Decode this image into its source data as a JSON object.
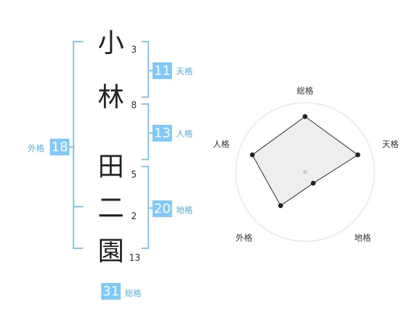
{
  "name": {
    "chars": [
      {
        "char": "小",
        "strokes": "3"
      },
      {
        "char": "林",
        "strokes": "8"
      },
      {
        "char": "田",
        "strokes": "5"
      },
      {
        "char": "二",
        "strokes": "2"
      },
      {
        "char": "園",
        "strokes": "13"
      }
    ]
  },
  "fortune": {
    "tenkaku": {
      "value": "11",
      "label": "天格"
    },
    "jinkaku": {
      "value": "13",
      "label": "人格"
    },
    "chikaku": {
      "value": "20",
      "label": "地格"
    },
    "gaikaku": {
      "value": "18",
      "label": "外格"
    },
    "soukaku": {
      "value": "31",
      "label": "総格"
    }
  },
  "radar": {
    "axes": [
      "総格",
      "天格",
      "地格",
      "外格",
      "人格"
    ],
    "levels": [
      4,
      4,
      1,
      3,
      4
    ],
    "max": 5
  },
  "colors": {
    "accent": "#7fc8f8",
    "accent_text": "#5aaee6",
    "bracket": "#7fc8f8"
  }
}
